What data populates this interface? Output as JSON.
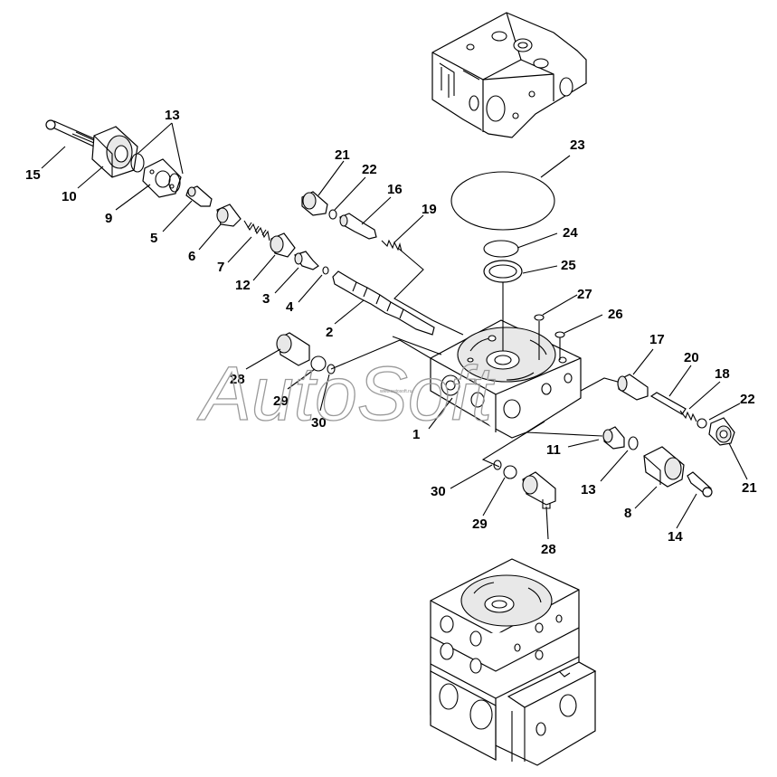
{
  "watermark": {
    "text": "AutoSoft",
    "small": "www.autosoft.ru"
  },
  "colors": {
    "line": "#000000",
    "background": "#ffffff",
    "watermark": "#9a9a9a"
  },
  "callouts": [
    "1",
    "2",
    "3",
    "4",
    "5",
    "6",
    "7",
    "8",
    "9",
    "10",
    "11",
    "12",
    "13",
    "13",
    "13",
    "14",
    "15",
    "16",
    "17",
    "18",
    "19",
    "20",
    "21",
    "21",
    "22",
    "22",
    "23",
    "24",
    "25",
    "26",
    "27",
    "28",
    "28",
    "29",
    "29",
    "30",
    "30"
  ]
}
